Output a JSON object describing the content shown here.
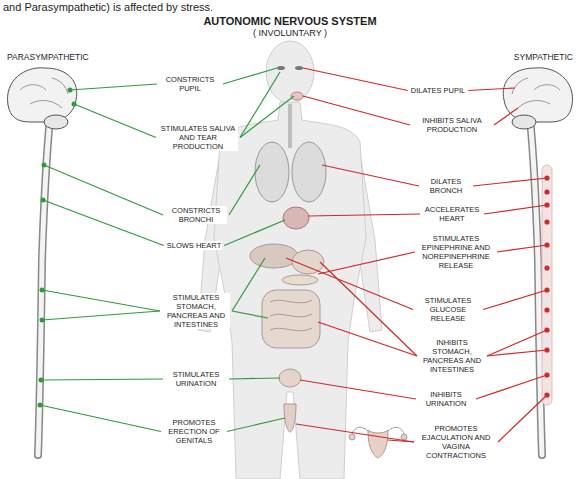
{
  "diagram": {
    "title": "AUTONOMIC NERVOUS SYSTEM",
    "labels": [
      "and Parasympathetic) is affected by stress.",
      "( INVOLUNTARY )",
      "PARASYMPATHETIC",
      "SYMPATHETIC",
      "CONSTRICTS PUPIL",
      "STIMULATES SALIVA AND TEAR PRODUCTION",
      "CONSTRICTS BRONCHI",
      "SLOWS HEART",
      "STIMULATES STOMACH, PANCREAS AND INTESTINES",
      "STIMULATES URINATION",
      "PROMOTES ERECTION OF GENITALS",
      "DILATES PUPIL",
      "INHIBITS SALIVA PRODUCTION",
      "DILATES BRONCH",
      "ACCELERATES HEART",
      "STIMULATES EPINEPHRINE AND NOREPINEPHRINE RELEASE",
      "STIMULATES GLUCOSE RELEASE",
      "INHIBITS STOMACH, PANCREAS AND INTESTINES",
      "INHIBITS URINATION",
      "PROMOTES EJACULATION AND VAGINA CONTRACTIONS"
    ]
  }
}
